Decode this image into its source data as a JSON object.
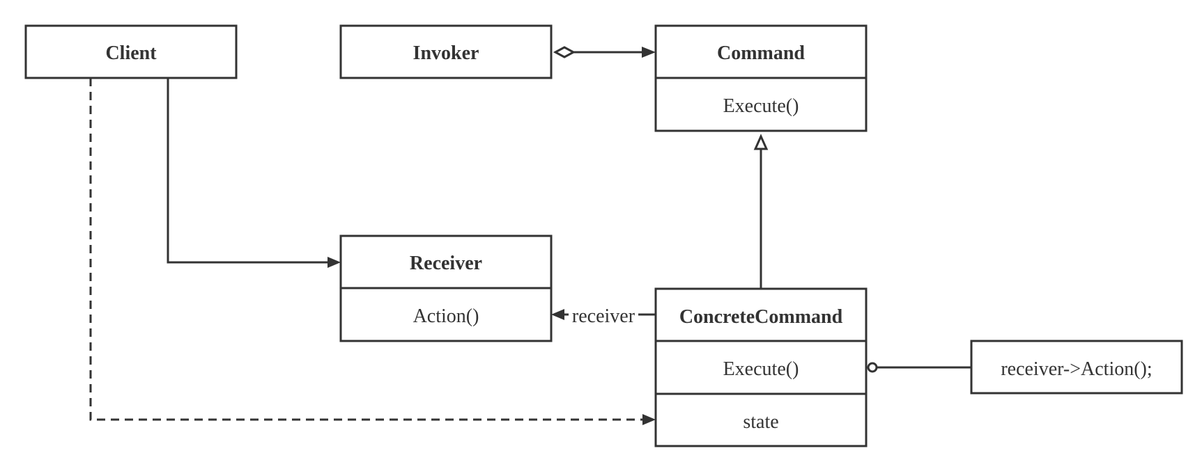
{
  "classes": {
    "client": {
      "name": "Client"
    },
    "invoker": {
      "name": "Invoker"
    },
    "command": {
      "name": "Command",
      "operation": "Execute()"
    },
    "receiver": {
      "name": "Receiver",
      "operation": "Action()"
    },
    "concrete_command": {
      "name": "ConcreteCommand",
      "operation": "Execute()",
      "attribute": "state"
    }
  },
  "note": {
    "text": "receiver->Action();"
  },
  "relations": {
    "receiver_association_label": "receiver"
  },
  "colors": {
    "stroke": "#333333",
    "background": "#ffffff"
  }
}
